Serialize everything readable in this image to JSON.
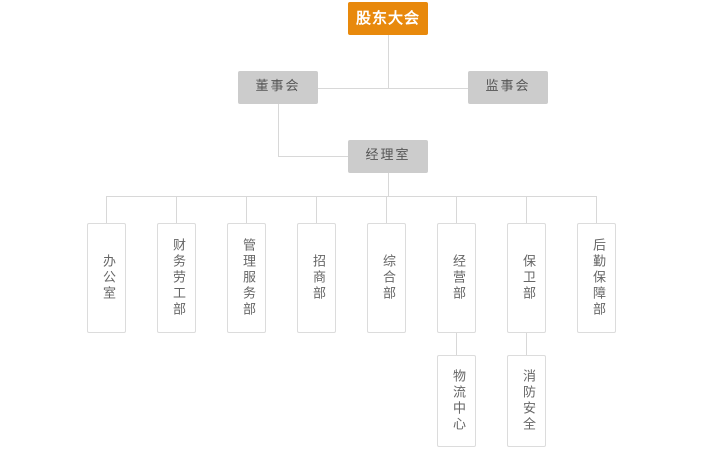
{
  "chart_data": {
    "type": "diagram",
    "title": "",
    "diagram_kind": "organizational-chart",
    "orientation": "top-down",
    "colors": {
      "root_fill": "#e8890c",
      "root_text": "#ffffff",
      "level_fill": "#cccccc",
      "level_text": "#555555",
      "node_fill": "#ffffff",
      "node_border": "#dcdcdc",
      "node_text": "#666666",
      "connector": "#d8d8d8",
      "background": "#ffffff"
    },
    "nodes": [
      {
        "id": "root",
        "label": "股东大会",
        "level": 0,
        "parent": null
      },
      {
        "id": "board",
        "label": "董事会",
        "level": 1,
        "parent": "root"
      },
      {
        "id": "super",
        "label": "监事会",
        "level": 1,
        "parent": "root"
      },
      {
        "id": "mgr",
        "label": "经理室",
        "level": 2,
        "parent": "board"
      },
      {
        "id": "d1",
        "label": "办公室",
        "level": 3,
        "parent": "mgr"
      },
      {
        "id": "d2",
        "label": "财务劳工部",
        "level": 3,
        "parent": "mgr"
      },
      {
        "id": "d3",
        "label": "管理服务部",
        "level": 3,
        "parent": "mgr"
      },
      {
        "id": "d4",
        "label": "招商部",
        "level": 3,
        "parent": "mgr"
      },
      {
        "id": "d5",
        "label": "综合部",
        "level": 3,
        "parent": "mgr"
      },
      {
        "id": "d6",
        "label": "经营部",
        "level": 3,
        "parent": "mgr"
      },
      {
        "id": "d7",
        "label": "保卫部",
        "level": 3,
        "parent": "mgr"
      },
      {
        "id": "d8",
        "label": "后勤保障部",
        "level": 3,
        "parent": "mgr"
      },
      {
        "id": "s1",
        "label": "物流中心",
        "level": 4,
        "parent": "d6"
      },
      {
        "id": "s2",
        "label": "消防安全",
        "level": 4,
        "parent": "d7"
      }
    ]
  },
  "root": {
    "label": "股东大会"
  },
  "level1": {
    "board_label": "董事会",
    "supervisor_label": "监事会"
  },
  "level2": {
    "manager_label": "经理室"
  },
  "departments": [
    {
      "label": "办公室"
    },
    {
      "label": "财务劳工部"
    },
    {
      "label": "管理服务部"
    },
    {
      "label": "招商部"
    },
    {
      "label": "综合部"
    },
    {
      "label": "经营部"
    },
    {
      "label": "保卫部"
    },
    {
      "label": "后勤保障部"
    }
  ],
  "subdepartments": [
    {
      "label": "物流中心"
    },
    {
      "label": "消防安全"
    }
  ]
}
